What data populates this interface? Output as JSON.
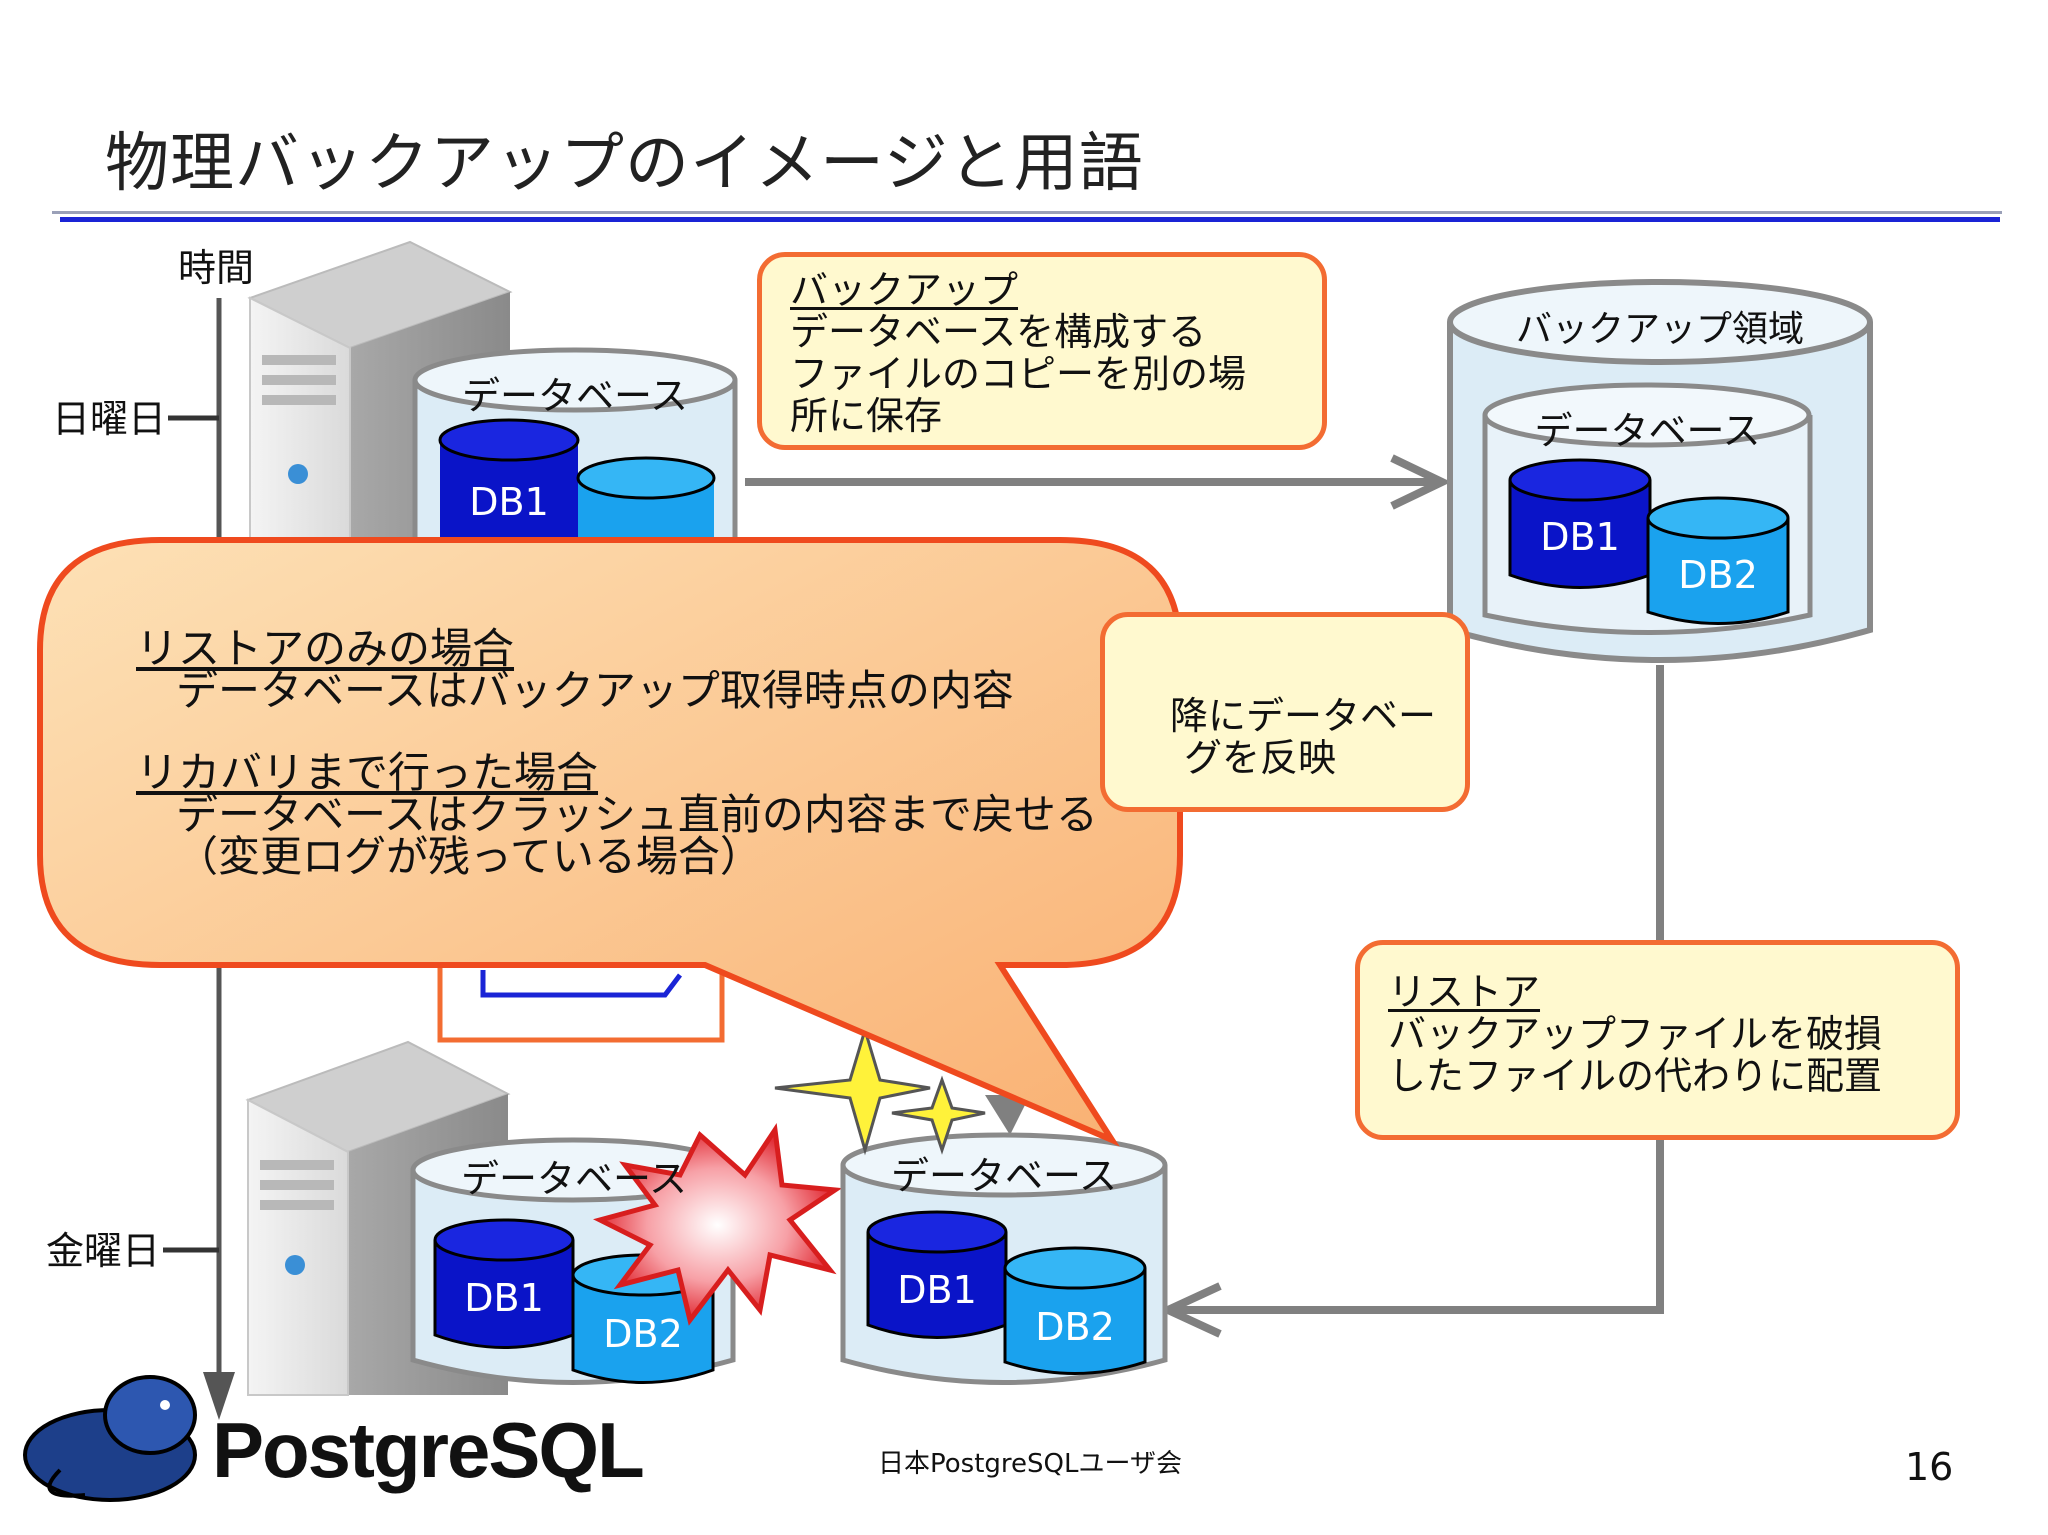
{
  "title": "物理バックアップのイメージと用語",
  "timeline": {
    "label": "時間",
    "sunday": "日曜日",
    "friday": "金曜日"
  },
  "db_caption": "データベース",
  "db1": "DB1",
  "db2": "DB2",
  "db2_partial": "DB2",
  "backup_area": {
    "label": "バックアップ領域",
    "db_caption": "データベース"
  },
  "backup_callout": {
    "term": "バックアップ",
    "lines": [
      "データベースを構成する",
      "ファイルのコピーを別の場",
      "所に保存"
    ]
  },
  "recovery_callout_partial": {
    "lines": [
      "降にデータベー",
      "グを反映"
    ]
  },
  "restore_callout": {
    "term": "リストア",
    "lines": [
      "バックアップファイルを破損",
      "したファイルの代わりに配置"
    ]
  },
  "speech_bubble": {
    "heading1": "リストアのみの場合",
    "line1": "データベースはバックアップ取得時点の内容",
    "heading2": "リカバリまで行った場合",
    "line2": "データベースはクラッシュ直前の内容まで戻せる",
    "line3": "（変更ログが残っている場合）"
  },
  "footer": {
    "logo_text": "PostgreSQL",
    "organization": "日本PostgreSQLユーザ会",
    "page_number": "16"
  },
  "colors": {
    "title_rule": "#1a24d6",
    "callout_border": "#f36c32",
    "callout_fill": "#fff9cf",
    "db1_fill": "#0a14c8",
    "db2_fill": "#1aa2ee",
    "cylinder_fill": "#dcecf6",
    "arrow": "#808080",
    "bubble_fill": "#fbbf83"
  }
}
